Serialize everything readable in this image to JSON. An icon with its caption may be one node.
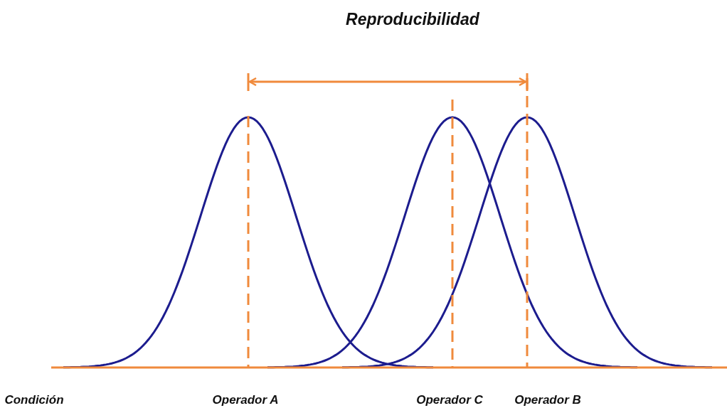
{
  "diagram": {
    "title": "Reproducibilidad",
    "labels": [
      "Condición",
      "Operador A",
      "Operador C",
      "Operador B"
    ]
  }
}
